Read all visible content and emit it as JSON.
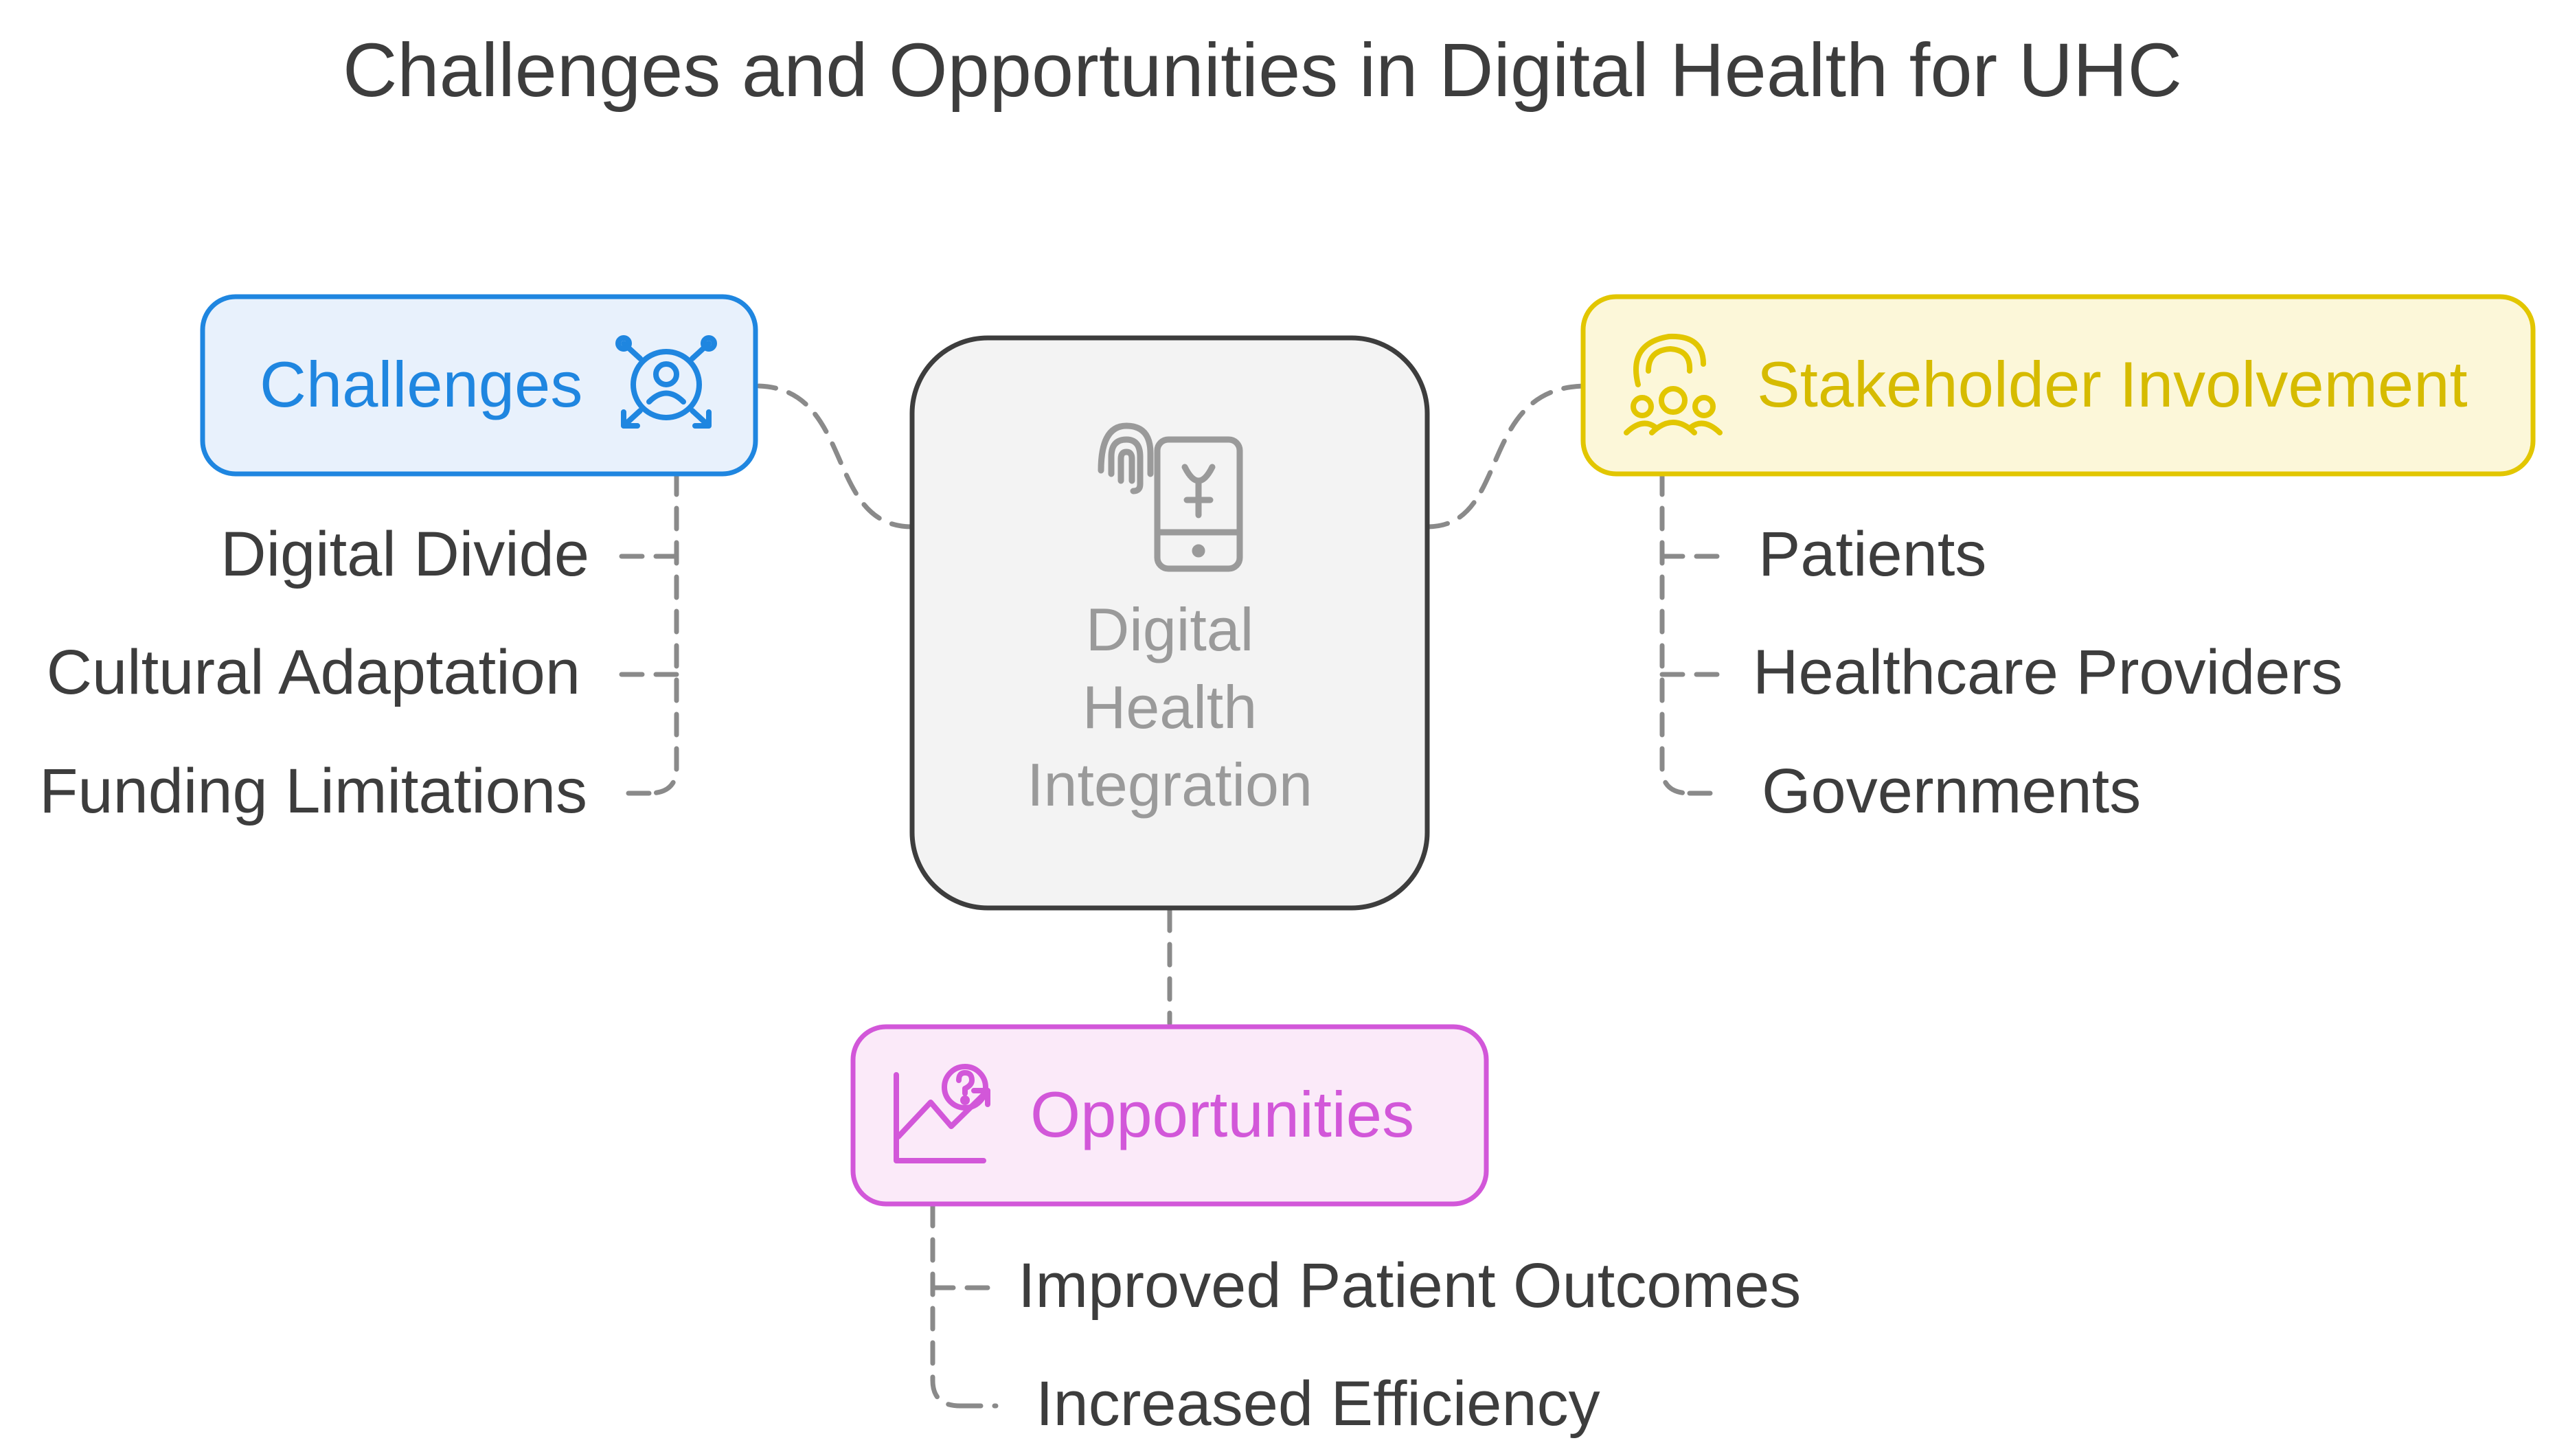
{
  "title": "Challenges and Opportunities in Digital Health for UHC",
  "center": {
    "lines": [
      "Digital",
      "Health",
      "Integration"
    ],
    "icon": "phone-medical-fingerprint-icon",
    "fill": "#f3f3f3",
    "stroke": "#3d3d3d",
    "text_color": "#9a9a9a"
  },
  "challenges": {
    "label": "Challenges",
    "icon": "user-target-arrows-icon",
    "fill": "#e8f1fc",
    "stroke": "#1f86e0",
    "items": [
      "Digital Divide",
      "Cultural Adaptation",
      "Funding Limitations"
    ]
  },
  "stakeholders": {
    "label": "Stakeholder Involvement",
    "icon": "people-group-icon",
    "fill": "#fcf7d9",
    "stroke": "#e2c600",
    "items": [
      "Patients",
      "Healthcare Providers",
      "Governments"
    ]
  },
  "opportunities": {
    "label": "Opportunities",
    "icon": "chart-question-icon",
    "fill": "#fbeaf9",
    "stroke": "#d257d9",
    "items": [
      "Improved Patient Outcomes",
      "Increased Efficiency"
    ]
  },
  "connector_color": "#8a8a8a"
}
